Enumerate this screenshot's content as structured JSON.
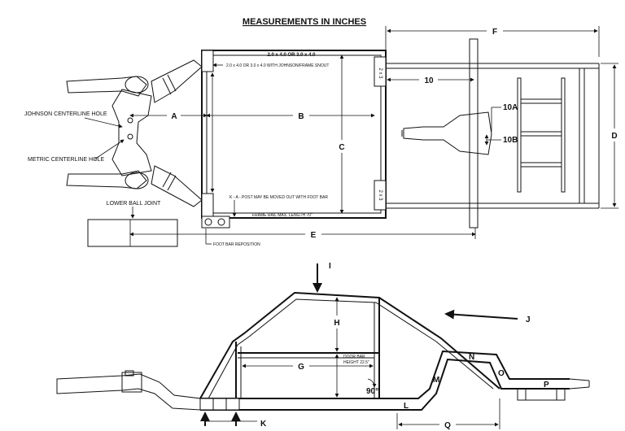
{
  "title": "MEASUREMENTS IN INCHES",
  "top_view": {
    "crossmember_label": "2.0 x 4.0 OR 3.0 x 4.0",
    "crossmember_note": "2.0 x 4.0 OR 3.0 x 4.0 WITH JOHNSON/FRAME SNOUT",
    "tube_label_top": "2 x 3",
    "tube_label_bottom": "2 x 3",
    "k_note": "K - A - POST MAY BE MOVED OUT WITH FOOT BAR",
    "rail_note": "FRAME RAIL MAX. LENGTH 70\"",
    "johnson_label": "JOHNSON CENTERLINE HOLE",
    "metric_label": "METRIC CENTERLINE HOLE",
    "lower_ball_joint": "LOWER BALL JOINT",
    "foot_bar": "FOOT BAR REPOSITION",
    "dims": {
      "A": "A",
      "B": "B",
      "C": "C",
      "D": "D",
      "E": "E",
      "F": "F",
      "ten": "10",
      "ten_a": "10A",
      "ten_b": "10B"
    }
  },
  "side_view": {
    "dims": {
      "G": "G",
      "H": "H",
      "I": "I",
      "J": "J",
      "K": "K",
      "L": "L",
      "M": "M",
      "N": "N",
      "O": "O",
      "P": "P",
      "Q": "Q"
    },
    "angle": "90°",
    "door_note_1": "DOOR BAR",
    "door_note_2": "HEIGHT 22.5\""
  }
}
